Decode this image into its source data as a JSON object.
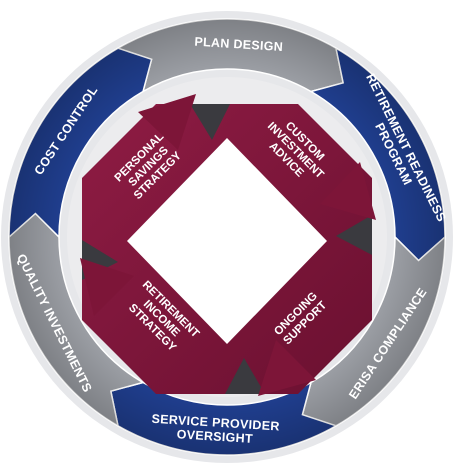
{
  "colors": {
    "blue": "#1f3d8c",
    "blue_dark": "#15286a",
    "gray": "#9a9da3",
    "gray_dark": "#6f7278",
    "maroon": "#7d1538",
    "maroon_dark": "#5a0d26",
    "white": "#ffffff"
  },
  "outer_ring": [
    {
      "key": "plan-design",
      "lines": [
        "PLAN DESIGN"
      ],
      "color": "gray"
    },
    {
      "key": "retirement-readiness",
      "lines": [
        "RETIREMENT READINESS",
        "PROGRAM"
      ],
      "color": "blue"
    },
    {
      "key": "erisa-compliance",
      "lines": [
        "ERISA COMPLIANCE"
      ],
      "color": "gray"
    },
    {
      "key": "service-provider",
      "lines": [
        "SERVICE PROVIDER",
        "OVERSIGHT"
      ],
      "color": "blue"
    },
    {
      "key": "quality-investments",
      "lines": [
        "QUALITY INVESTMENTS"
      ],
      "color": "gray"
    },
    {
      "key": "cost-control",
      "lines": [
        "COST CONTROL"
      ],
      "color": "blue"
    }
  ],
  "inner_arrows": [
    {
      "key": "custom-investment-advice",
      "lines": [
        "CUSTOM",
        "INVESTMENT",
        "ADVICE"
      ]
    },
    {
      "key": "ongoing-support",
      "lines": [
        "ONGOING",
        "SUPPORT"
      ]
    },
    {
      "key": "retirement-income-strategy",
      "lines": [
        "RETIREMENT",
        "INCOME",
        "STRATEGY"
      ]
    },
    {
      "key": "personal-savings-strategy",
      "lines": [
        "PERSONAL",
        "SAVINGS",
        "STRATEGY"
      ]
    }
  ]
}
